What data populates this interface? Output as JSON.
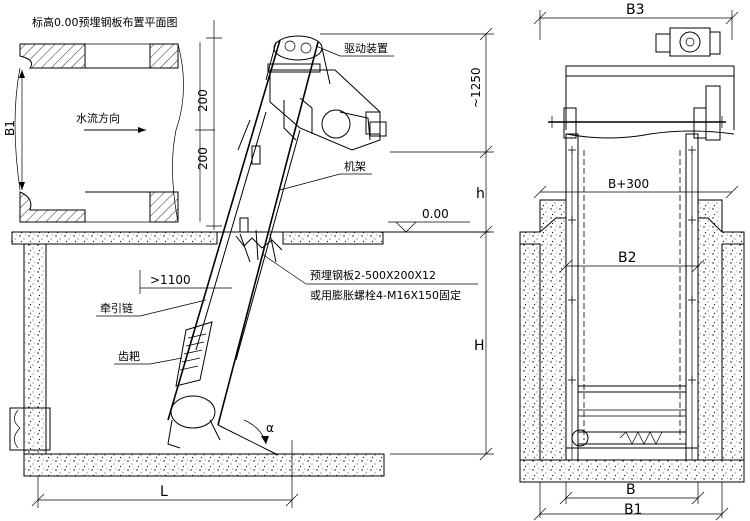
{
  "labels": {
    "plan_title": "标高0.00预埋钢板布置平面图",
    "drive": "驱动装置",
    "frame": "机架",
    "flow": "水流方向",
    "embed1": "预埋钢板2-500X200X12",
    "embed2": "或用膨胀螺栓4-M16X150固定",
    "chain": "牵引链",
    "rake": "齿耙",
    "elev": "0.00",
    "dim_1100": ">1100",
    "alpha": "α"
  },
  "dims": {
    "B1_plan": "B1",
    "d200a": "200",
    "d200b": "200",
    "d1250": "~1250",
    "h": "h",
    "H": "H",
    "L": "L",
    "B3": "B3",
    "Bp300": "B+300",
    "B2": "B2",
    "B": "B",
    "B1": "B1"
  }
}
